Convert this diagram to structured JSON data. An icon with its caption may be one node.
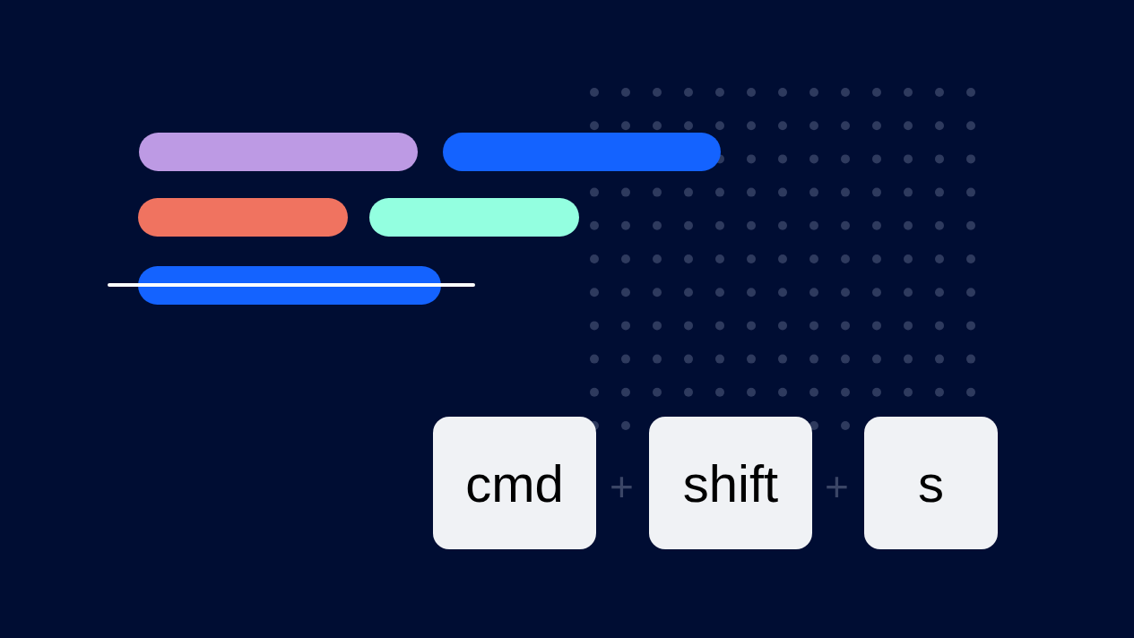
{
  "diagram": {
    "nodes": [
      {
        "text": [
          "cmd"
        ]
      },
      {
        "text": [
          "shift"
        ]
      },
      {
        "text": [
          "s"
        ]
      }
    ],
    "labels": [
      "+",
      "+"
    ]
  }
}
